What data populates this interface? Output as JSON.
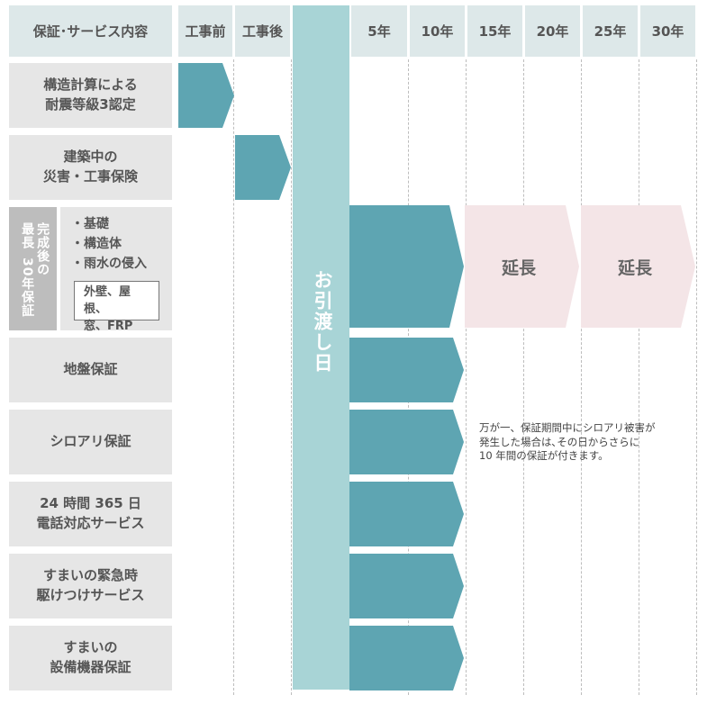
{
  "header": {
    "category": "保証･サービス内容",
    "before": "工事前",
    "after": "工事後",
    "years": [
      "5年",
      "10年",
      "15年",
      "20年",
      "25年",
      "30年"
    ]
  },
  "handover_label": "お引渡し日",
  "rows": [
    {
      "label": "構造計算による\n耐震等級3認定"
    },
    {
      "label": "建築中の\n災害・工事保険"
    },
    {
      "label": "地盤保証"
    },
    {
      "label": "シロアリ保証"
    },
    {
      "label": "24 時間 365 日\n電話対応サービス"
    },
    {
      "label": "すまいの緊急時\n駆けつけサービス"
    },
    {
      "label": "すまいの\n設備機器保証"
    }
  ],
  "warranty_group": {
    "side_label_col1": "完成後の",
    "side_label_col2": "最長",
    "side_label_col3": "30年保証",
    "items": [
      "・基礎",
      "・構造体",
      "・雨水の侵入"
    ],
    "box_line1": "外壁、屋根、",
    "box_line2": "窓、FRP"
  },
  "extension_labels": [
    "延長",
    "延長"
  ],
  "note": "万が一、保証期間中にシロアリ被害が\n発生した場合は､その日からさらに\n10 年間の保証が付きます。",
  "colors": {
    "header_bg": "#dde8e9",
    "label_bg": "#e6e6e6",
    "handover": "#a8d4d6",
    "arrow": "#5ea5b2",
    "extension": "#f4e5e7",
    "side_bg": "#bdbdbd"
  }
}
